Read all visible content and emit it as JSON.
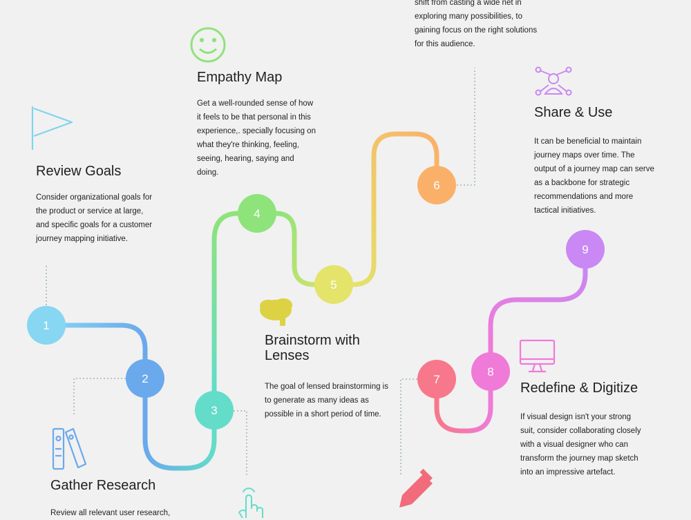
{
  "steps": [
    {
      "number": "1",
      "title": "Review Goals",
      "desc": "Consider organizational goals for the product or service at large, and specific goals for a customer journey mapping initiative.",
      "color": "#87d6f2"
    },
    {
      "number": "2",
      "title": "Gather Research",
      "desc": "Review all relevant user research,",
      "color": "#6aa9ec"
    },
    {
      "number": "3",
      "title": "",
      "desc": "",
      "color": "#63dcc9"
    },
    {
      "number": "4",
      "title": "Empathy Map",
      "desc": "Get a well-rounded sense of how it feels to be that personal in this experience,. specially focusing on what they're thinking, feeling, seeing, hearing, saying and doing.",
      "color": "#8fe37b"
    },
    {
      "number": "5",
      "title": "Brainstorm with Lenses",
      "desc": "The goal of lensed brainstorming is  to generate as many ideas as possible in a short period of time.",
      "color": "#e4e36a"
    },
    {
      "number": "6",
      "title": "",
      "desc": "shift from casting a wide net in exploring many possibilities, to gaining focus on the right solutions for this audience.",
      "color": "#fbb06a"
    },
    {
      "number": "7",
      "title": "",
      "desc": "",
      "color": "#f7788a"
    },
    {
      "number": "8",
      "title": "Redefine & Digitize",
      "desc": "If visual design isn't your strong suit, consider collaborating closely with a visual designer who can transform the journey map sketch into an impressive artefact.",
      "color": "#f07ad8"
    },
    {
      "number": "9",
      "title": "Share & Use",
      "desc": "It can be beneficial to maintain journey maps over time. The output of a journey map can serve as a backbone for strategic recommendations and more tactical initiatives.",
      "color": "#c988f3"
    }
  ],
  "icons": {
    "flag": "flag-icon",
    "binders": "binders-icon",
    "smiley": "smiley-icon",
    "brain": "brain-icon",
    "pointer": "pointer-hand-icon",
    "pencil": "pencil-icon",
    "monitor": "monitor-icon",
    "network": "network-person-icon"
  },
  "colors": {
    "background": "#f1f1f1",
    "connector": "#8faab0",
    "icon_outline": "#7fd4ee"
  }
}
